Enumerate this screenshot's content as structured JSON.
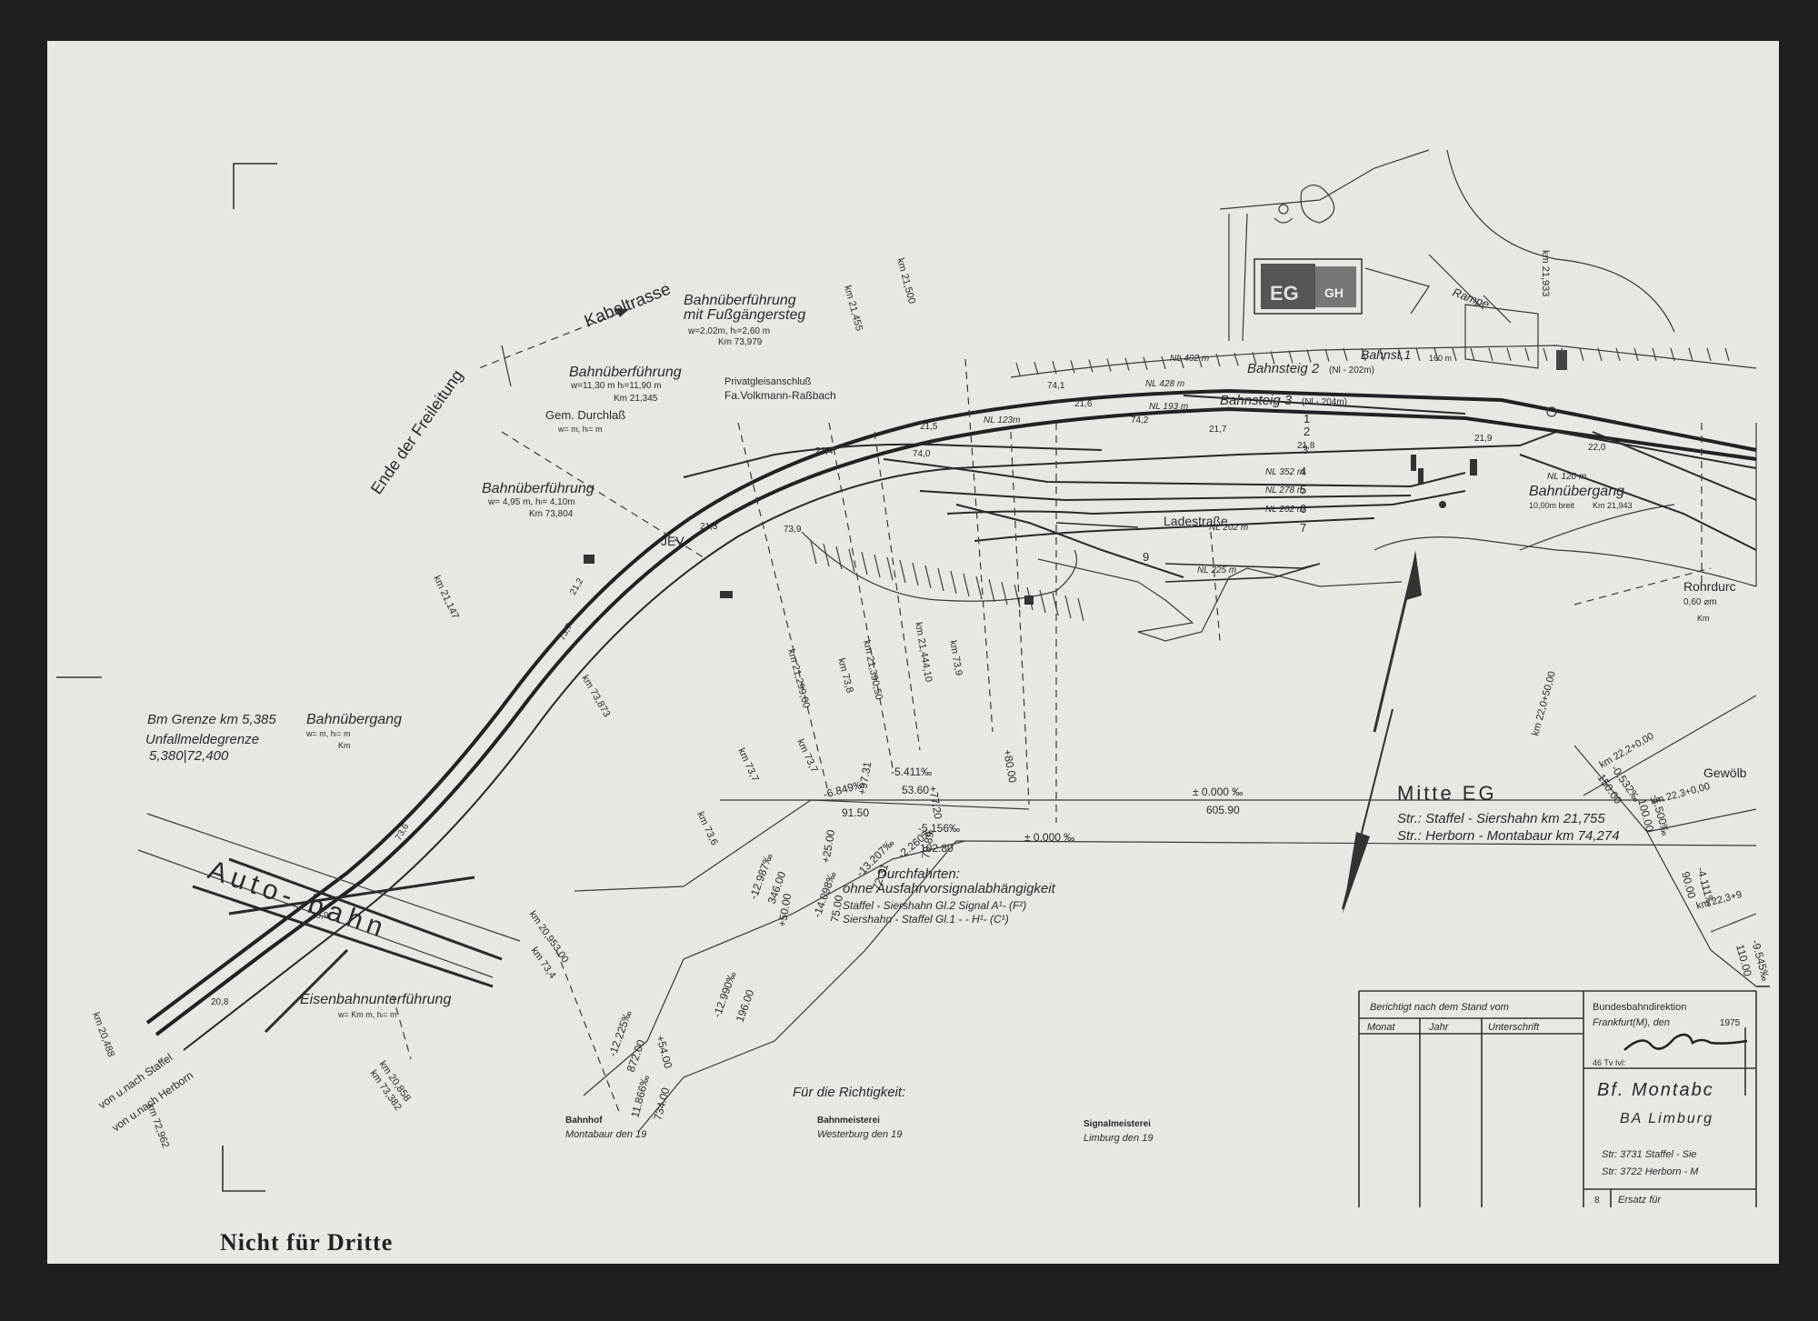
{
  "labels": {
    "kabeltrasse": "Kabeltrasse",
    "ende_freileitung": "Ende der Freileitung",
    "bue_fussgaenger_1": "Bahnüberführung",
    "bue_fussgaenger_2": "mit Fußgängersteg",
    "bue_fussgaenger_3": "w=2,02m, hₗ=2,60 m",
    "bue_fussgaenger_4": "Km 73,979",
    "bue_2_1": "Bahnüberführung",
    "bue_2_2": "w=11,30 m hₗ=11,90 m",
    "bue_2_3": "Km 21,345",
    "privatgleis_1": "Privatgleisanschluß",
    "privatgleis_2": "Fa.Volkmann-Raßbach",
    "durchlass_1": "Gem. Durchlaß",
    "durchlass_2": "w=       m, hₗ=       m",
    "bue_3_1": "Bahnüberführung",
    "bue_3_2": "w= 4,95 m, hₗ= 4,10m",
    "bue_3_3": "Km 73,804",
    "bahnsteig2": "Bahnsteig 2",
    "bahnsteig2_nl": "(Nl - 202m)",
    "bahnsteig3": "Bahnsteig 3",
    "bahnsteig3_nl": "(Nl - 204m)",
    "bahnst1": "Bahnst.1",
    "bahnst1_len": "160 m",
    "rampe": "Rampe",
    "eg": "EG",
    "gh": "GH",
    "ladestrasse": "Ladestraße",
    "bahnuebergang_r1": "Bahnübergang",
    "bahnuebergang_r2": "10,00m breit",
    "bahnuebergang_r3": "Km 21,943",
    "rohrdurchlass": "Rohrdurc",
    "rohrdurchlass_2": "0,60 ⌀m",
    "rohrdurchlass_3": "Km",
    "bm_grenze": "Bm Grenze km 5,385",
    "bahnuebergang_l": "Bahnübergang",
    "bahnuebergang_l2": "w=       m, hₗ=       m",
    "bahnuebergang_l3": "Km",
    "unfallmeldegrenze": "Unfallmeldegrenze",
    "unfallmeldegrenze_km": "5,380|72,400",
    "autobahn": "Auto-   bahn",
    "eisenbahnunterfuehrung": "Eisenbahnunterführung",
    "eisenbahnunterfuehrung_2": "w=       Km       m, hₗ=       m",
    "von_staffel": "von u.nach Staffel",
    "von_herborn": "von u.nach Herborn",
    "mitte_eg": "Mitte EG",
    "str_staffel": "Str.: Staffel - Siershahn km  21,755",
    "str_herborn": "Str.: Herborn - Montabaur km 74,274",
    "durchfahrten_1": "Durchfahrten:",
    "durchfahrten_2": "ohne Ausfahrvorsignalabhängigkeit",
    "durchfahrten_3": "Staffel - Siershahn  Gl.2  Signal A¹- (F²)",
    "durchfahrten_4": "Siershahn - Staffel   Gl.1    -  -  H¹- (C¹)",
    "fuer_richtigkeit": "Für die Richtigkeit:",
    "bahnhof_h": "Bahnhof",
    "bahnhof_v": "Montabaur den              19",
    "bahnmeisterei_h": "Bahnmeisterei",
    "bahnmeisterei_v": "Westerburg den              19",
    "signalmeisterei_h": "Signalmeisterei",
    "signalmeisterei_v": "Limburg den              19",
    "nicht_fuer_dritte": "Nicht für Dritte"
  },
  "kms": {
    "k1": "km 21,455",
    "k2": "km 21,500",
    "k3": "km 21,933",
    "k4": "km 21,147",
    "k5": "km 73,873",
    "k6": "km 73,7",
    "k7": "km 73,6",
    "k8": "km 21,299,00",
    "k9": "km 73,8",
    "k10": "km 21,390,50",
    "k11": "km 21,444,10",
    "k12": "km 73,9",
    "k13": "km 20,953,00",
    "k14": "km 73,4",
    "k15": "km 20,858",
    "k16": "km 73,382",
    "k17": "km 20,488",
    "k18": "km 72,962",
    "k19": "km 22,0+50,00",
    "k20": "km 22,2+0,00",
    "k21": "km 22,3+0,00",
    "k22": "km 22,3+9",
    "k23": "Gewölb",
    "k24": "km 73,7"
  },
  "gradients": {
    "g1": "± 0.000 ‰",
    "g1b": "605.90",
    "g2": "± 0.000 ‰",
    "g3": "-5.156‰",
    "g3b": "102.80",
    "g4": "-5.411‰",
    "g4b": "53.60",
    "g5": "-6.849‰",
    "g5b": "91.50",
    "g6": "-13.207‰",
    "g6b": "72.31",
    "g7": "-2.260‰",
    "g7b": "79.89",
    "g8": "-12.987‰",
    "g8b": "346.00",
    "g9": "-14.098‰",
    "g9b": "75.00",
    "g10": "-12.990‰",
    "g10b": "196.00",
    "g11": "-12.225‰",
    "g11b": "872.00",
    "g12": "11.866‰",
    "g12b": "734.00",
    "g13": "-0.532‰",
    "g13b": "150.00",
    "g14": "-1.500‰",
    "g14b": "100.00",
    "g15": "-4.111‰",
    "g15b": "90.00",
    "g16": "-9.545‰",
    "g16b": "110.00",
    "p1": "+80.00",
    "p2": "+97.31",
    "p3": "+77.20",
    "p4": "+25.00",
    "p5": "+50.00",
    "p6": "+54.00"
  },
  "tracks": {
    "t1": "1",
    "t2": "2",
    "t3": "3",
    "t4": "4",
    "t5": "5",
    "t6": "6",
    "t7": "7",
    "t9": "9",
    "nl402": "NL 402 m",
    "nl428": "NL 428 m",
    "nl193": "NL 193 m",
    "nl123": "NL 123m",
    "nl352": "NL 352 m",
    "nl278": "NL 278 m",
    "nl202a": "NL 202 m",
    "nl202b": "NL 202 m",
    "nl225": "NL 225 m",
    "nl120": "NL 120 m",
    "s216": "21,6",
    "s217": "21,7",
    "s218": "21,8",
    "s219": "21,9",
    "s220": "22,0",
    "s215": "21,5",
    "s214": "21,4",
    "s213": "21,3",
    "s212": "21,2",
    "s737": "73,7",
    "s740": "74,0",
    "s741": "74,1",
    "s742": "74,2",
    "s739": "73,9",
    "s208": "20,8",
    "s209": "20,9",
    "s736": "73,6",
    "jev": "JEV"
  },
  "title_block": {
    "berichtigt": "Berichtigt nach dem Stand vom",
    "monat": "Monat",
    "jahr": "Jahr",
    "unterschrift": "Unterschrift",
    "bd_1": "Bundesbahndirektion",
    "bd_2": "Frankfurt(M), den",
    "bd_year": "1975",
    "bd_3": "46   Tv   Ivl:",
    "bf": "Bf. Montabc",
    "ba": "BA Limburg",
    "str1": "Str: 3731  Staffel - Sie",
    "str2": "Str: 3722  Herborn - M",
    "ersatz_n": "8",
    "ersatz": "Ersatz für"
  }
}
